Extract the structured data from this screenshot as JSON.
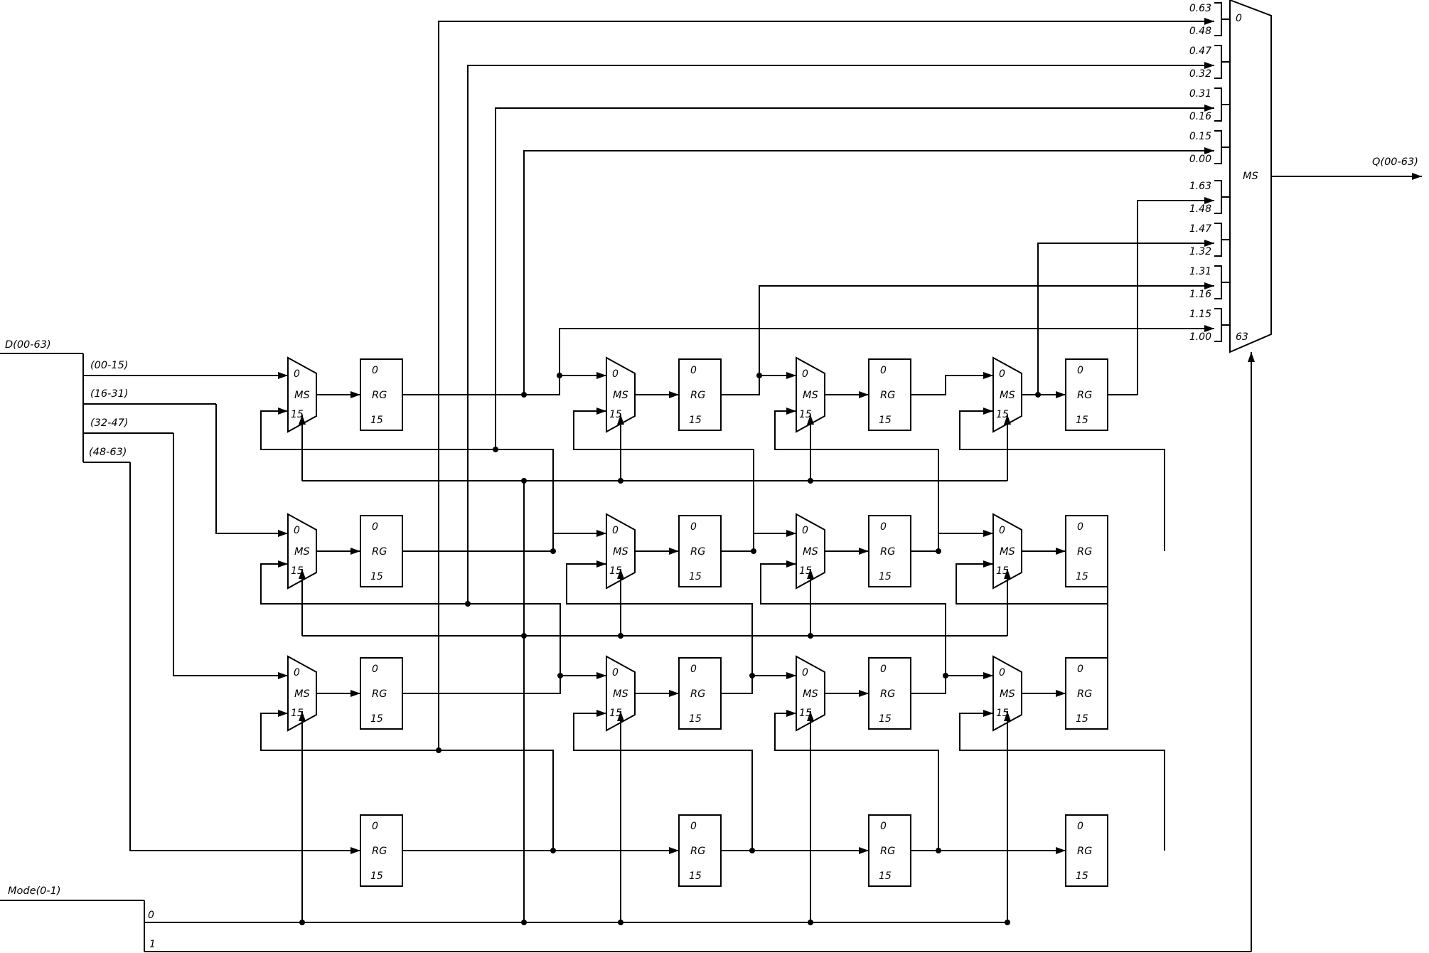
{
  "inputs": {
    "data_bus": "D(00-63)",
    "mode_bus": "Mode(0-1)",
    "slices": [
      "(00-15)",
      "(16-31)",
      "(32-47)",
      "(48-63)"
    ],
    "mode_bits": [
      "0",
      "1"
    ]
  },
  "output": {
    "label": "Q(00-63)"
  },
  "blocks": {
    "mux_label": "MS",
    "reg_label": "RG",
    "pin_top": "0",
    "pin_bottom": "15"
  },
  "output_mux": {
    "label": "MS",
    "pin_top": "0",
    "pin_bottom": "63",
    "input_labels": [
      {
        "upper": "0.63",
        "lower": "0.48"
      },
      {
        "upper": "0.47",
        "lower": "0.32"
      },
      {
        "upper": "0.31",
        "lower": "0.16"
      },
      {
        "upper": "0.15",
        "lower": "0.00"
      },
      {
        "upper": "1.63",
        "lower": "1.48"
      },
      {
        "upper": "1.47",
        "lower": "1.32"
      },
      {
        "upper": "1.31",
        "lower": "1.16"
      },
      {
        "upper": "1.15",
        "lower": "1.00"
      }
    ]
  }
}
